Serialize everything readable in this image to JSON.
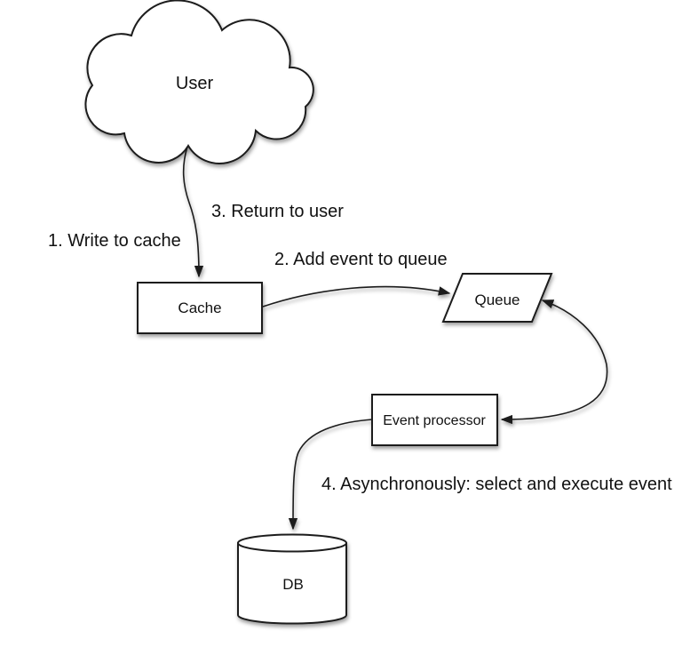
{
  "diagram": {
    "type": "flowchart",
    "colors": {
      "background": "#ffffff",
      "stroke": "#1c1c1c",
      "shape_fill": "#ffffff",
      "text": "#111111"
    },
    "nodes": {
      "user": {
        "label": "User",
        "shape": "cloud"
      },
      "cache": {
        "label": "Cache",
        "shape": "rectangle"
      },
      "queue": {
        "label": "Queue",
        "shape": "parallelogram"
      },
      "event_processor": {
        "label": "Event processor",
        "shape": "rectangle"
      },
      "db": {
        "label": "DB",
        "shape": "cylinder"
      }
    },
    "annotations": {
      "step1": {
        "text": "1. Write to cache"
      },
      "step2": {
        "text": "2. Add event to queue"
      },
      "step3": {
        "text": "3. Return to user"
      },
      "step4": {
        "text": "4. Asynchronously: select and execute event"
      }
    },
    "edges": [
      {
        "from": "user",
        "to": "cache",
        "arrows": "single"
      },
      {
        "from": "cache",
        "to": "queue",
        "arrows": "single"
      },
      {
        "from": "queue",
        "to": "event_processor",
        "arrows": "double"
      },
      {
        "from": "event_processor",
        "to": "db",
        "arrows": "single"
      }
    ]
  }
}
